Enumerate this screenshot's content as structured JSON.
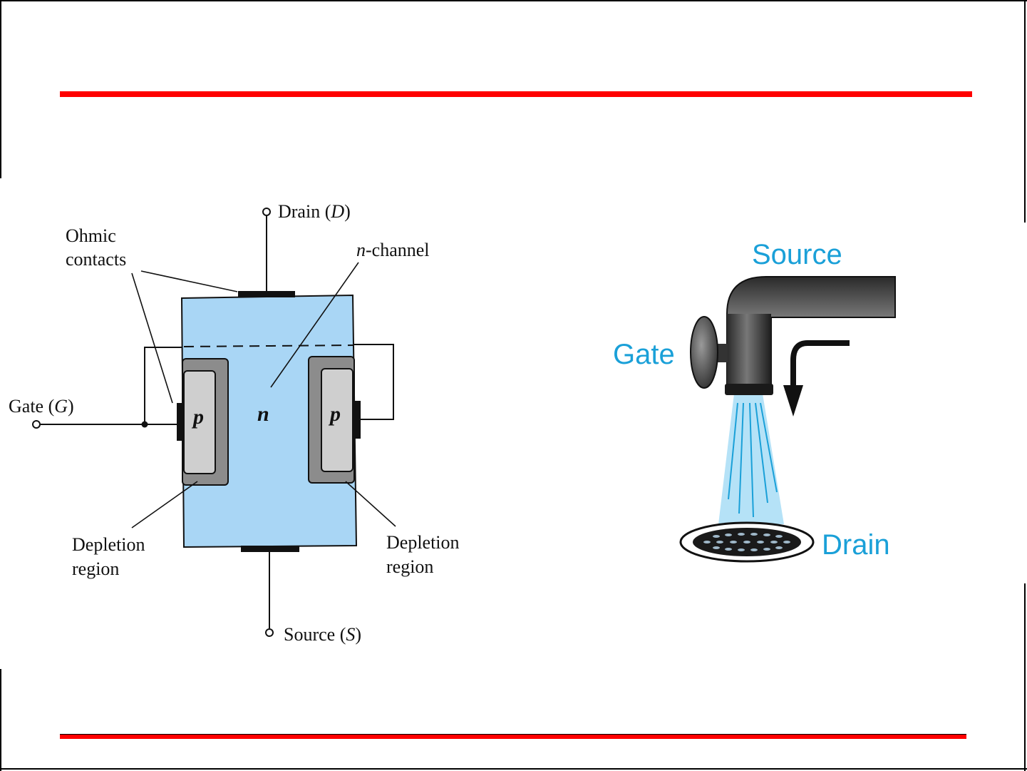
{
  "colors": {
    "accent_rule": "#ff0000",
    "channel_fill": "#a9d6f5",
    "depletion_fill": "#8c8c8c",
    "p_fill": "#cfcfcf",
    "faucet_label": "#1aa0d8",
    "water": "#b5e2f7"
  },
  "jfet": {
    "drain_label": "Drain (",
    "drain_symbol": "D",
    "source_label": "Source (",
    "source_symbol": "S",
    "gate_label": "Gate (",
    "gate_symbol": "G",
    "close_paren": ")",
    "ohmic_line1": "Ohmic",
    "ohmic_line2": "contacts",
    "nchannel_italic": "n",
    "nchannel_rest": "-channel",
    "n_label": "n",
    "p_left": "p",
    "p_right": "p",
    "depletion_left_line1": "Depletion",
    "depletion_left_line2": "region",
    "depletion_right_line1": "Depletion",
    "depletion_right_line2": "region"
  },
  "faucet": {
    "source_label": "Source",
    "gate_label": "Gate",
    "drain_label": "Drain",
    "icons": [
      "faucet-icon",
      "flow-arrow-icon",
      "drain-grate-icon"
    ]
  }
}
